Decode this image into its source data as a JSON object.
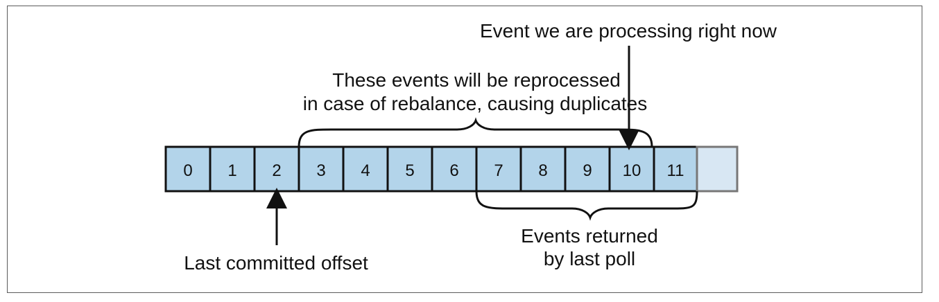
{
  "diagram": {
    "cells": [
      "0",
      "1",
      "2",
      "3",
      "4",
      "5",
      "6",
      "7",
      "8",
      "9",
      "10",
      "11",
      ""
    ],
    "colors": {
      "cell_fill": "#b3d4ea",
      "empty_cell_fill": "#d8e7f3",
      "stroke": "#111111",
      "empty_stroke": "#777777"
    },
    "annotations": {
      "processing_now": "Event we are processing right now",
      "reprocessed_line1": "These events will be reprocessed",
      "reprocessed_line2": "in case of rebalance, causing duplicates",
      "returned_line1": "Events returned",
      "returned_line2": "by last poll",
      "last_committed": "Last committed offset"
    }
  }
}
